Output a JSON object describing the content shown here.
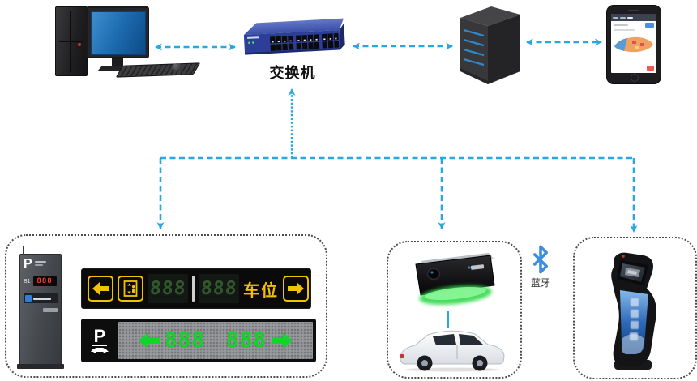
{
  "labels": {
    "switch": "交换机",
    "bluetooth": "蓝牙"
  },
  "entrance_zone": {
    "kiosk": {
      "logo": "P",
      "floor": "B1",
      "count": "888"
    },
    "indoor_sign": {
      "count_left": "888",
      "separator": "|",
      "count_right": "888",
      "spaces_label": "车位"
    },
    "outdoor_sign": {
      "logo": "P",
      "count_left": "888",
      "count_right": "888"
    }
  },
  "colors": {
    "connector": "#29a8e0",
    "led_yellow": "#f2c200",
    "led_green_bright": "#12d42a",
    "led_green_dim": "#31572c",
    "led_red": "#ff3b30",
    "bluetooth_blue": "#3e8ede",
    "switch_body": "#2c3e98"
  }
}
